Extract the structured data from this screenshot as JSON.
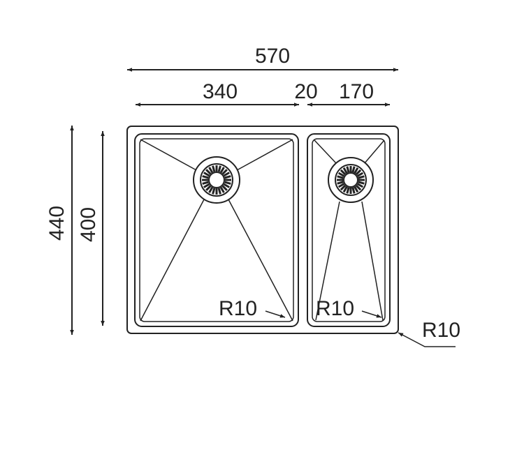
{
  "dimensions": {
    "overall_width": "570",
    "left_bowl_width": "340",
    "divider_width": "20",
    "right_bowl_width": "170",
    "overall_depth": "440",
    "bowl_depth": "400"
  },
  "radii": {
    "left_bowl_corner": "R10",
    "right_bowl_corner": "R10",
    "outer_corner": "R10"
  }
}
